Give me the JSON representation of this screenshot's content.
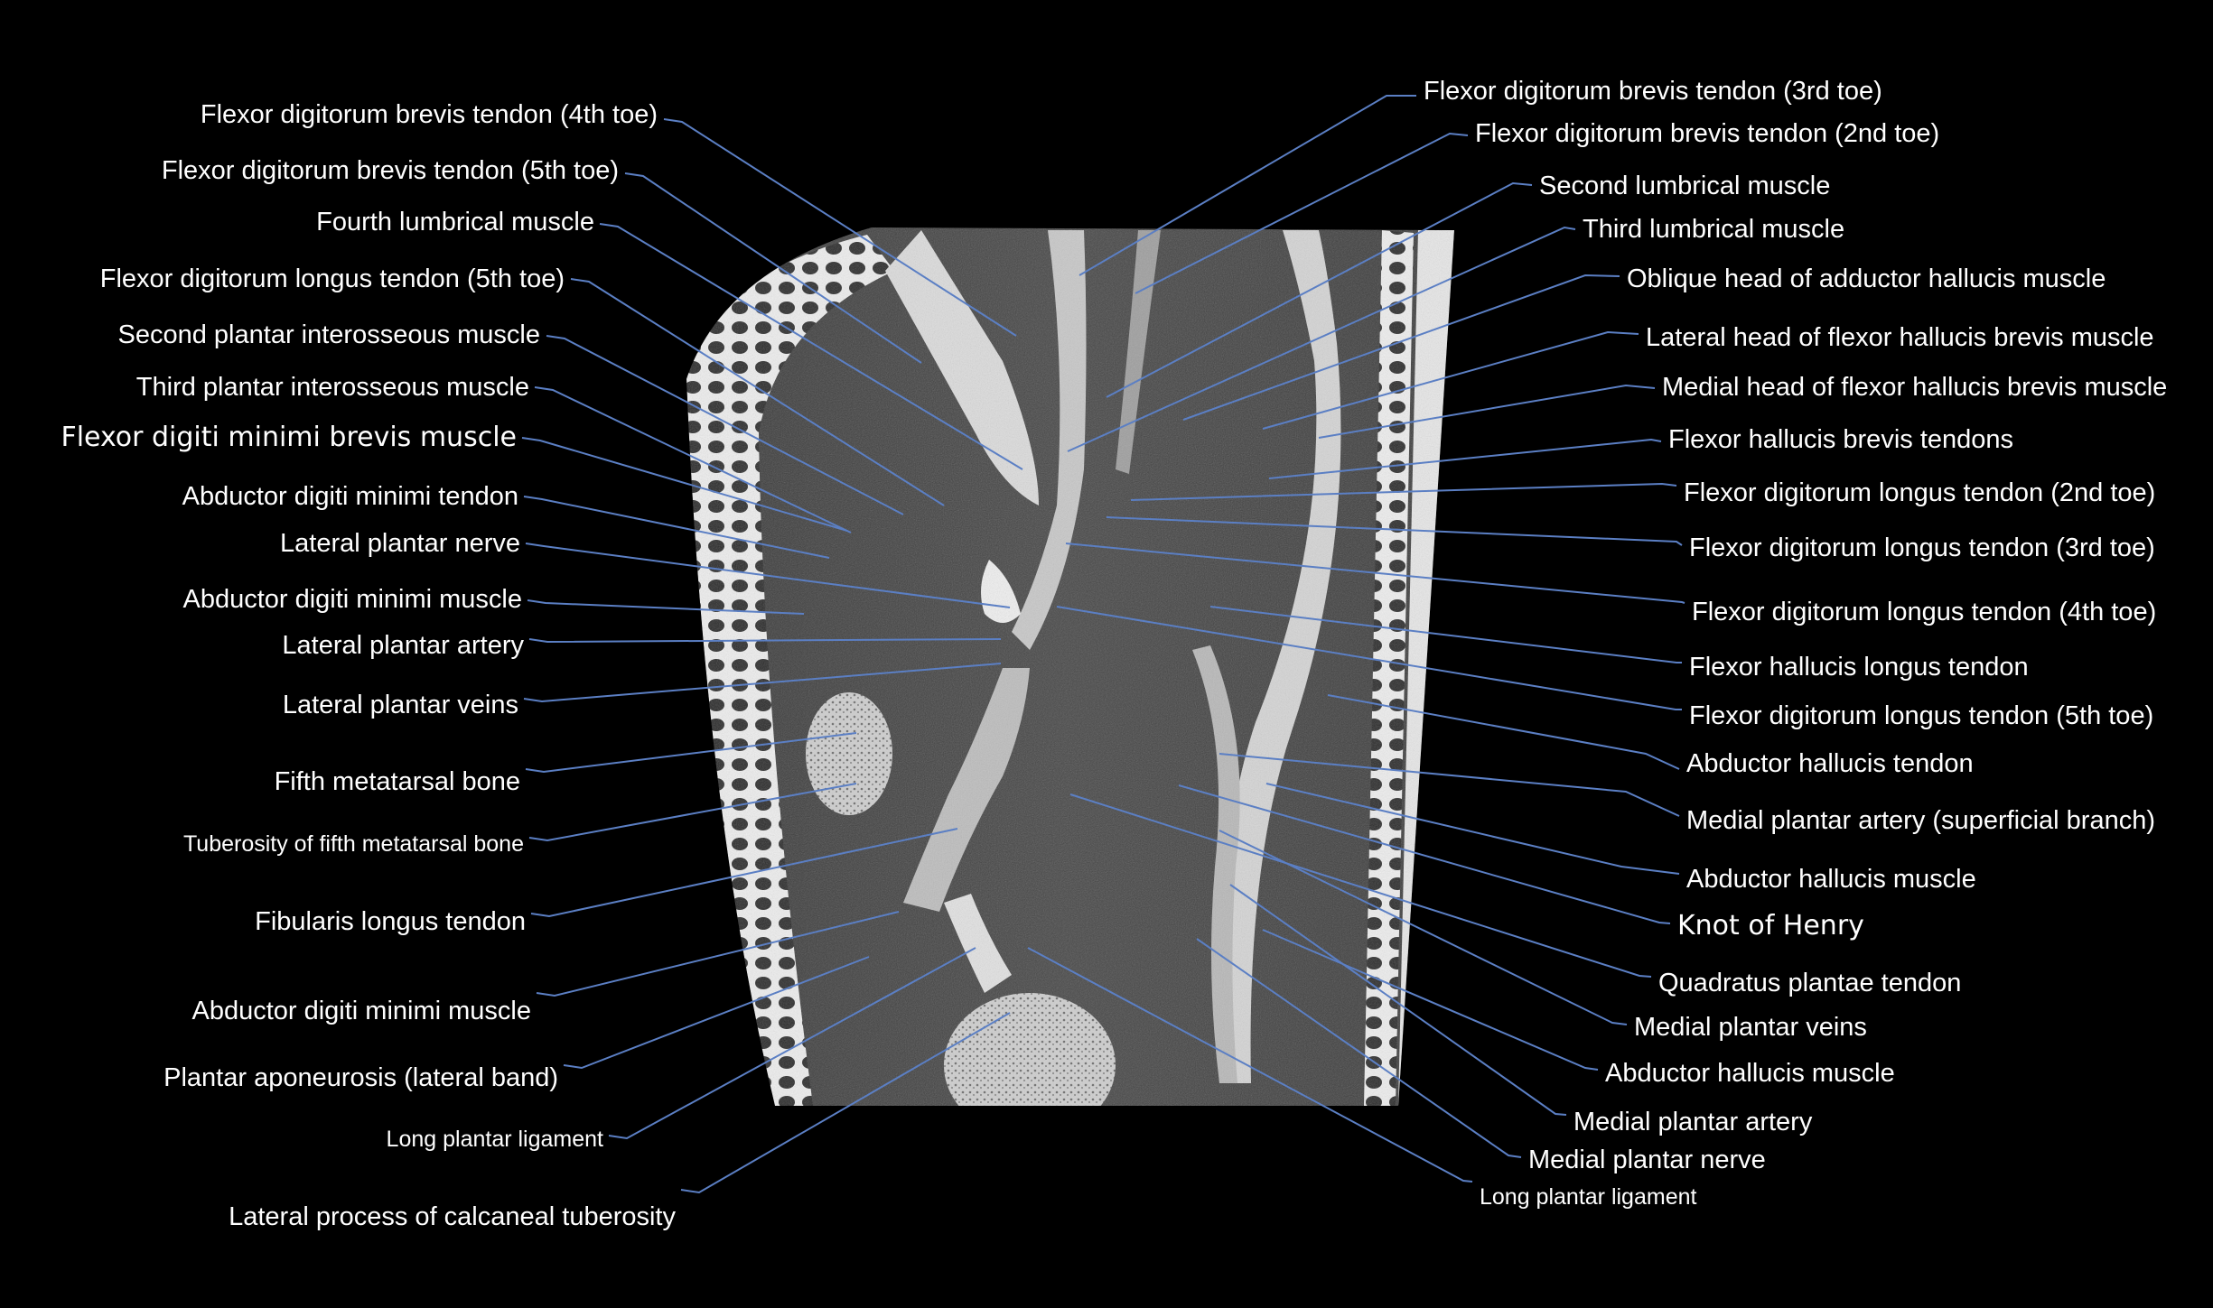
{
  "labels": {
    "left": [
      "Flexor digitorum brevis tendon (4th toe)",
      "Flexor digitorum brevis tendon (5th toe)",
      "Fourth lumbrical muscle",
      "Flexor digitorum longus tendon (5th toe)",
      "Second plantar interosseous muscle",
      "Third plantar interosseous muscle",
      "Flexor digiti minimi brevis muscle",
      "Abductor digiti minimi tendon",
      "Lateral plantar nerve",
      "Abductor digiti minimi muscle",
      "Lateral plantar artery",
      "Lateral plantar veins",
      "Fifth metatarsal bone",
      "Tuberosity of fifth metatarsal bone",
      "Fibularis longus tendon",
      "Abductor digiti minimi muscle",
      "Plantar aponeurosis (lateral band)",
      "Long plantar ligament",
      "Lateral process of calcaneal tuberosity"
    ],
    "right": [
      "Flexor digitorum brevis tendon (3rd toe)",
      "Flexor digitorum brevis tendon (2nd toe)",
      "Second lumbrical muscle",
      "Third lumbrical muscle",
      "Oblique head of adductor hallucis muscle",
      "Lateral head of flexor hallucis brevis muscle",
      "Medial head of flexor hallucis brevis muscle",
      "Flexor hallucis brevis tendons",
      "Flexor digitorum longus tendon (2nd toe)",
      "Flexor digitorum longus tendon (3rd toe)",
      "Flexor digitorum longus tendon (4th toe)",
      "Flexor hallucis longus tendon",
      "Flexor digitorum longus tendon (5th toe)",
      "Abductor hallucis tendon",
      "Medial plantar artery (superficial branch)",
      "Abductor hallucis muscle",
      "Knot of Henry",
      "Quadratus plantae tendon",
      "Medial plantar veins",
      "Abductor hallucis muscle",
      "Medial plantar artery",
      "Medial plantar nerve",
      "Long plantar ligament"
    ]
  },
  "colors": {
    "background": "#000000",
    "leader_line": "#5b7fc4",
    "label_text": "#ffffff"
  }
}
